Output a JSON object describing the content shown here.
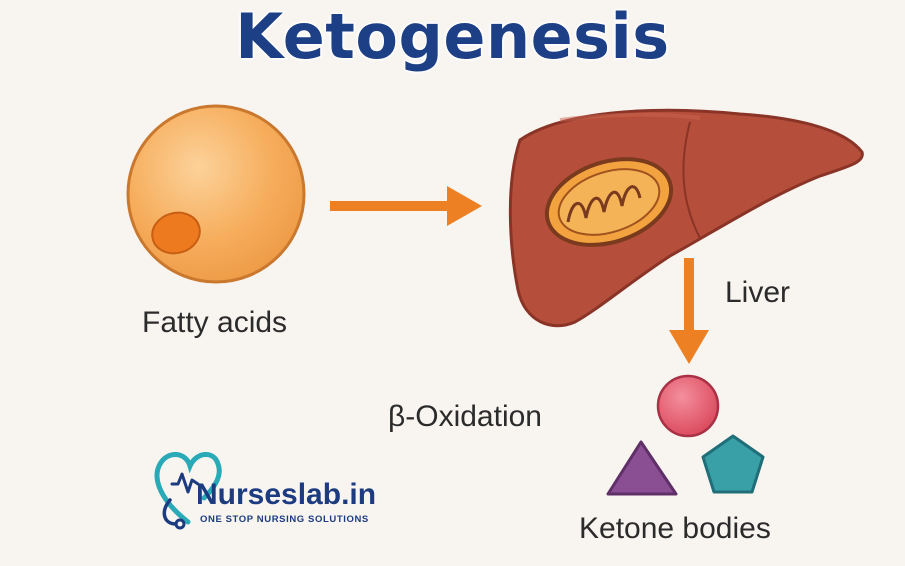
{
  "title": "Ketogenesis",
  "labels": {
    "fatty_acids": "Fatty acids",
    "liver": "Liver",
    "beta_oxidation": "β-Oxidation",
    "ketone_bodies": "Ketone bodies"
  },
  "brand": {
    "name": "Nurseslab.in",
    "tagline": "ONE STOP NURSING SOLUTIONS"
  },
  "colors": {
    "title": "#1d3f86",
    "arrow": "#ee8024",
    "fat_cell": "#f6ad5c",
    "liver": "#b54e3a",
    "mitochondrion": "#f2a33f",
    "ketone_circle": "#e4576a",
    "ketone_triangle": "#8a4f93",
    "ketone_pentagon": "#3aa0a8",
    "brand_blue": "#1c3b80",
    "brand_teal": "#2aa9b6"
  },
  "icons": [
    "fat-cell-icon",
    "liver-icon",
    "mitochondrion-icon",
    "arrow-right-icon",
    "arrow-down-icon",
    "circle-icon",
    "triangle-icon",
    "pentagon-icon",
    "heart-stethoscope-logo-icon"
  ]
}
